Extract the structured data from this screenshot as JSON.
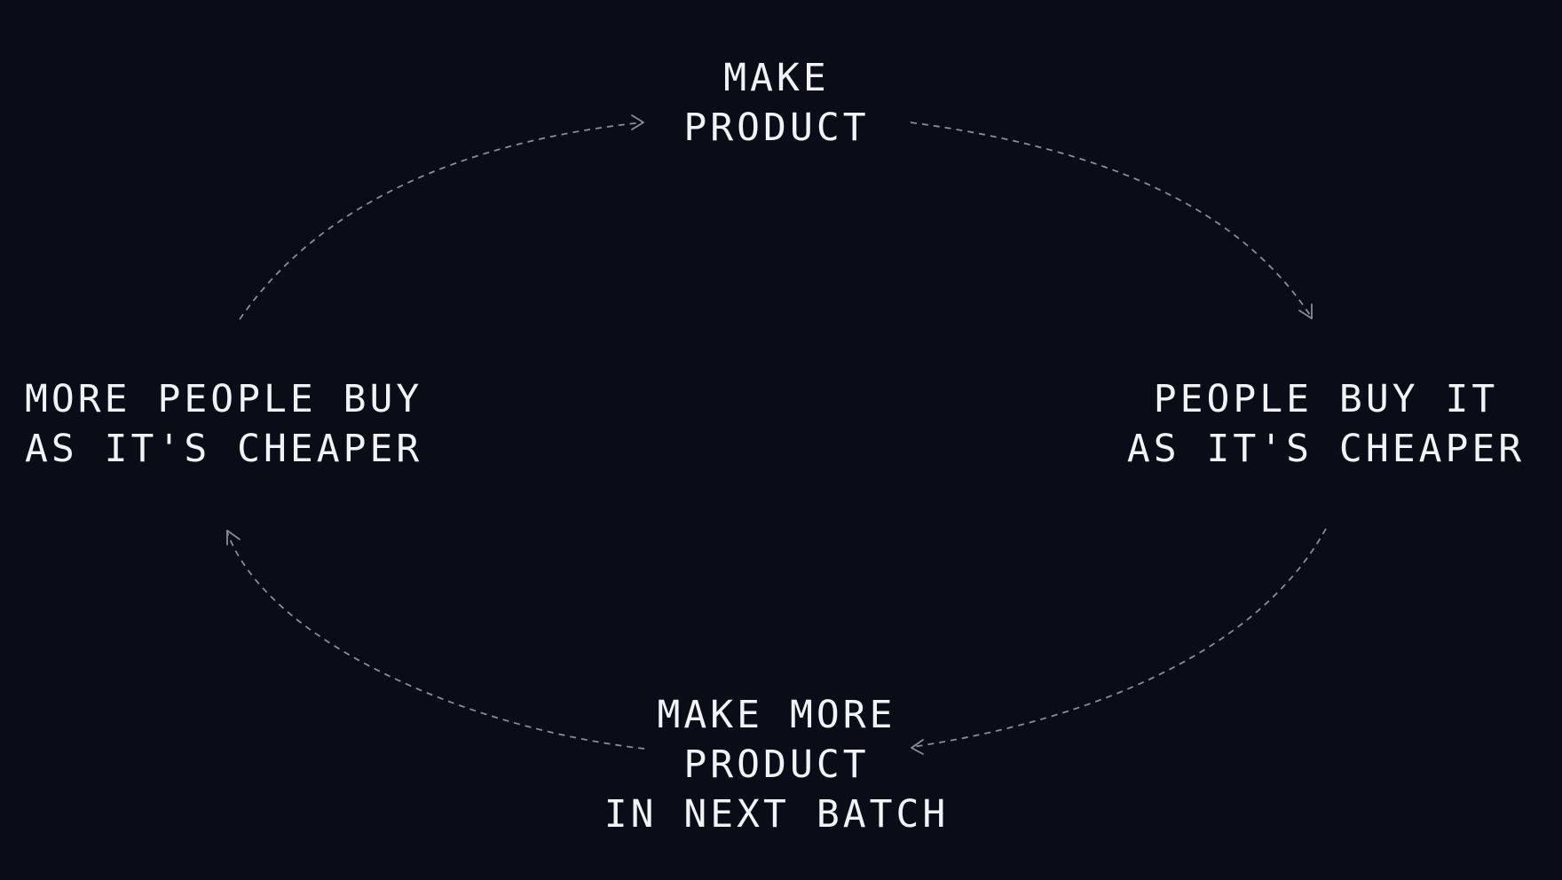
{
  "diagram": {
    "nodes": {
      "top": {
        "lines": [
          "MAKE",
          "PRODUCT"
        ]
      },
      "right": {
        "lines": [
          "PEOPLE BUY IT",
          "AS IT'S CHEAPER"
        ]
      },
      "bottom": {
        "lines": [
          "MAKE MORE",
          "PRODUCT",
          "IN NEXT BATCH"
        ]
      },
      "left": {
        "lines": [
          "MORE PEOPLE BUY",
          "AS IT'S CHEAPER"
        ]
      }
    },
    "edges": [
      {
        "from": "top",
        "to": "right"
      },
      {
        "from": "right",
        "to": "bottom"
      },
      {
        "from": "bottom",
        "to": "left"
      },
      {
        "from": "left",
        "to": "top"
      }
    ],
    "colors": {
      "background": "#0a0c18",
      "text": "#f2f3f6",
      "arrow": "#8a8d99"
    }
  }
}
